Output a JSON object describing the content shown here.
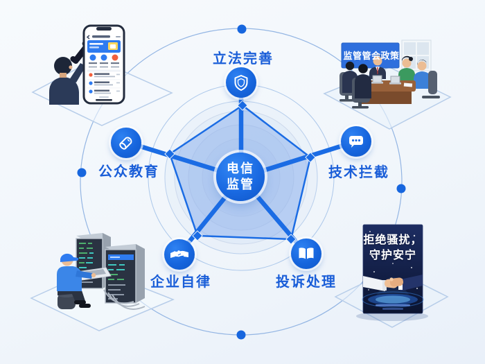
{
  "colors": {
    "background": "#f3f7fc",
    "primary_blue": "#1b6ce4",
    "label_blue": "#1a5ed8",
    "banner_blue": "#2e7bf0",
    "alert_orange": "#f2603c",
    "poster_navy": "#13204a",
    "jacket_green": "#3b9a5f",
    "table_brown": "#98613a",
    "skin": "#ecbd94"
  },
  "radar": {
    "center_line1": "电信",
    "center_line2": "监管",
    "spokes": [
      {
        "label": "立法完善",
        "icon": "shield-icon"
      },
      {
        "label": "技术拦截",
        "icon": "chat-bubble-icon"
      },
      {
        "label": "投诉处理",
        "icon": "open-book-icon"
      },
      {
        "label": "企业自律",
        "icon": "handshake-icon"
      },
      {
        "label": "公众教育",
        "icon": "megaphone-icon"
      }
    ]
  },
  "scenes": {
    "top_left": {
      "icon": "phone-handset-icon"
    },
    "top_right": {
      "board_text": "监管管会政策"
    },
    "bottom_left": {
      "icon": "server-rack-icon"
    },
    "bottom_right": {
      "poster_line1": "拒绝骚扰，",
      "poster_line2": "守护安宁"
    }
  },
  "chart_data": {
    "type": "radar",
    "title": "电信监管",
    "categories": [
      "立法完善",
      "技术拦截",
      "投诉处理",
      "企业自律",
      "公众教育"
    ],
    "values": [
      1,
      1,
      1,
      1,
      1
    ],
    "ylim": [
      0,
      1
    ],
    "grid": "concentric-circles",
    "legend_position": "none"
  }
}
